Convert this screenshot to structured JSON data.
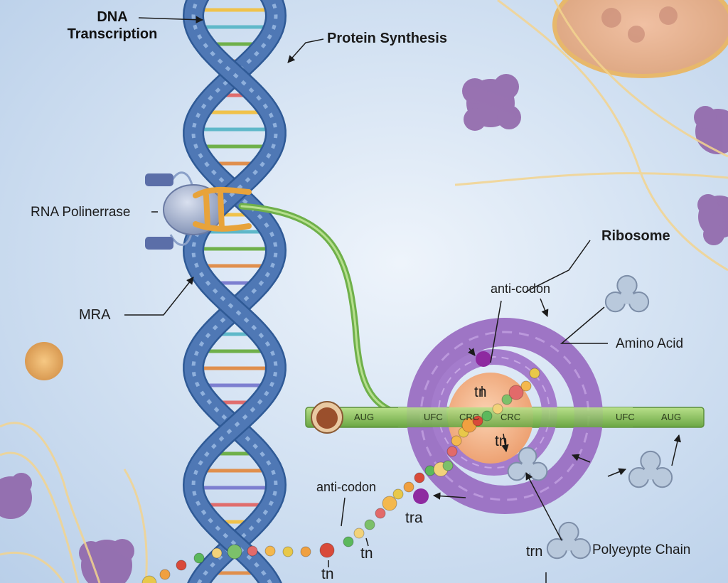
{
  "labels": {
    "dna_title_line1": "DNA",
    "dna_title_line2": "Transcription",
    "protein_synthesis": "Protein Synthesis",
    "rna_polymerase": "RNA Polinerrase",
    "mra": "MRA",
    "ribosome": "Ribosome",
    "anti_codon_top": "anti-codon",
    "amino_acid": "Amino Acid",
    "anti_codon_bottom": "anti-codon",
    "tn_a": "tn",
    "tn_b": "tn",
    "tn_c": "tn",
    "tn_d": "tn",
    "tra": "tra",
    "trn": "trn",
    "polypeptide_chain": "Polyeypte Chain"
  },
  "codons": [
    "AUG",
    "UFC",
    "CRC",
    "CRC",
    "UFC",
    "AUG"
  ],
  "colors": {
    "dna_strand": "#4f78b5",
    "mrna_strand": "#7fbf55",
    "ribosome": "#9a6fc2",
    "ribosome_core": "#f2b98f",
    "trna": "#b9c9dc",
    "polymerase": "#9aa7c4",
    "polymerase_clamp": "#e8a33a"
  }
}
